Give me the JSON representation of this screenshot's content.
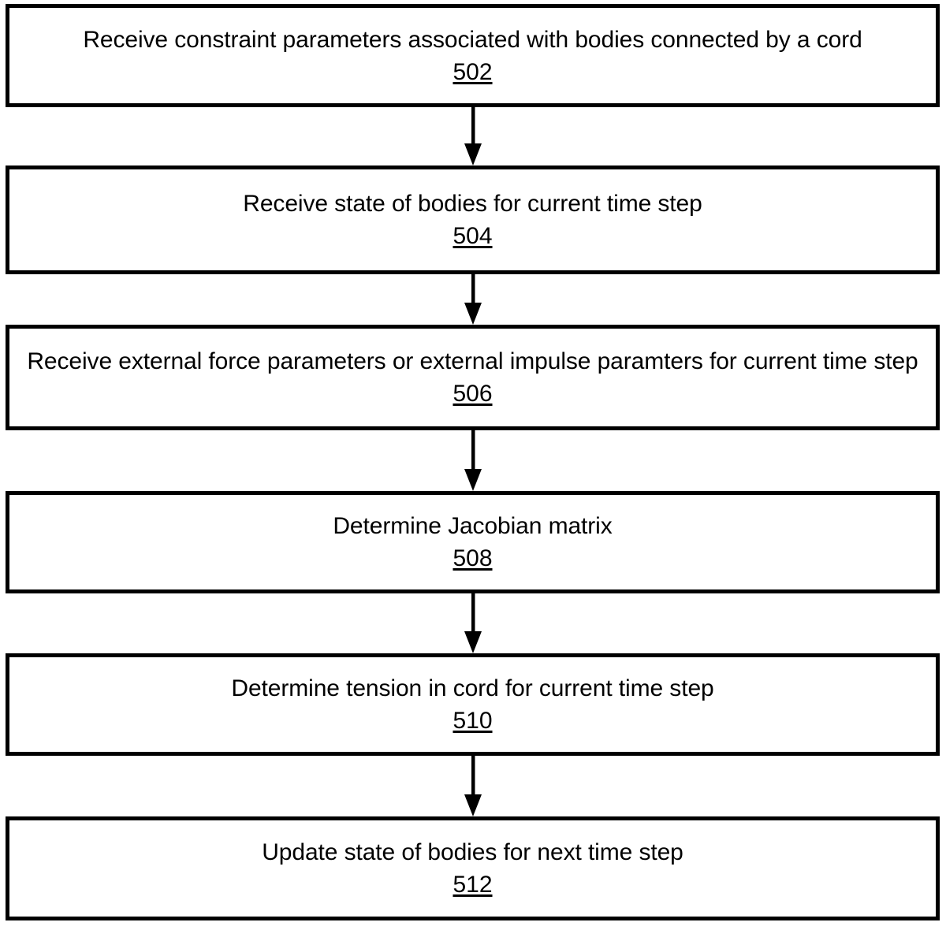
{
  "figure": {
    "title": "Method flowchart for cord constraint simulation",
    "background_color": "#ffffff",
    "line_color": "#000000",
    "steps": [
      {
        "text": "Receive constraint parameters associated with bodies connected by a cord",
        "ref": "502"
      },
      {
        "text": "Receive state of bodies for current time step",
        "ref": "504"
      },
      {
        "text": "Receive external force parameters or external impulse paramters for current time step",
        "ref": "506"
      },
      {
        "text": "Determine Jacobian matrix",
        "ref": "508"
      },
      {
        "text": "Determine tension in cord for current time step",
        "ref": "510"
      },
      {
        "text": "Update state of bodies for next time step",
        "ref": "512"
      }
    ],
    "connectors": [
      {
        "from": "502",
        "to": "504"
      },
      {
        "from": "504",
        "to": "506"
      },
      {
        "from": "506",
        "to": "508"
      },
      {
        "from": "508",
        "to": "510"
      },
      {
        "from": "510",
        "to": "512"
      }
    ]
  }
}
